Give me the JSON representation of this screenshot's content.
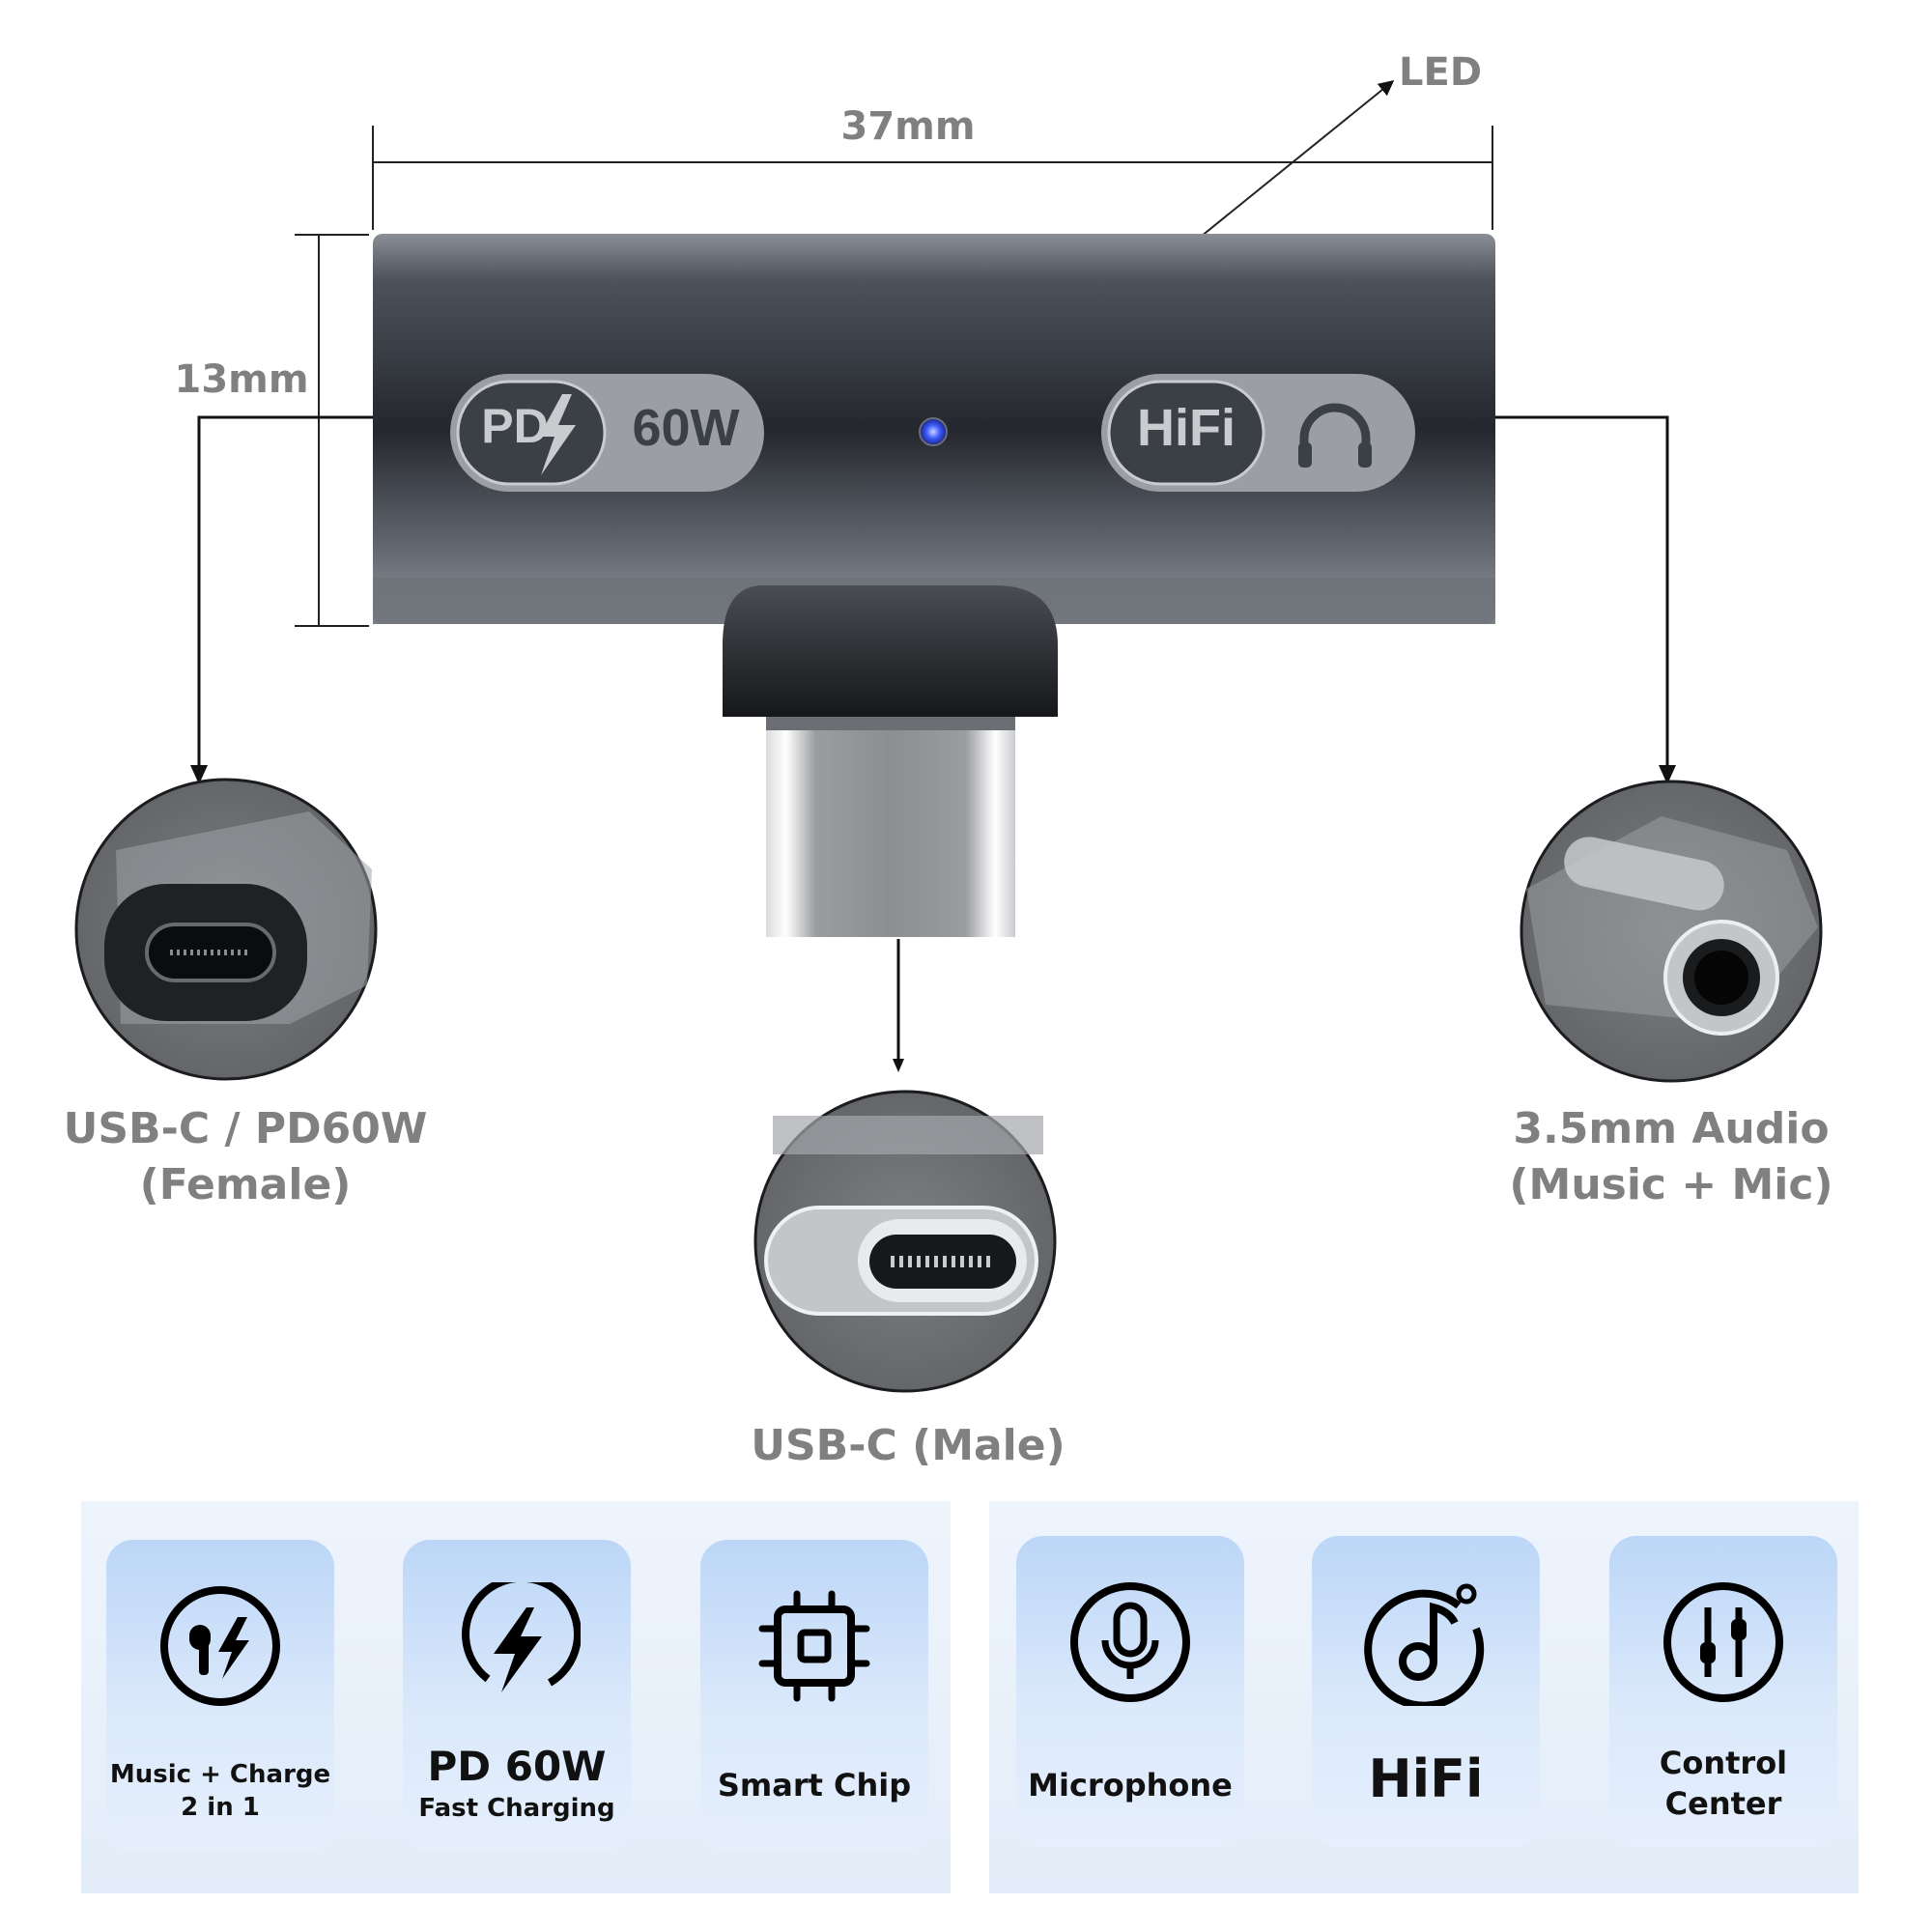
{
  "dimensions": {
    "width": "37mm",
    "height": "13mm"
  },
  "led_label": "LED",
  "badges": {
    "pd_prefix": "PD",
    "pd_watt": "60W",
    "hifi": "HiFi",
    "pd_icon": "lightning-bolt-icon",
    "hifi_icon": "headphones-icon"
  },
  "callouts": {
    "female": {
      "line1": "USB-C / PD60W",
      "line2": "(Female)"
    },
    "male": {
      "line1": "USB-C (Male)"
    },
    "audio": {
      "line1": "3.5mm Audio",
      "line2": "(Music + Mic)"
    }
  },
  "features": [
    {
      "icon": "earbud-charge-icon",
      "line1": "Music + Charge",
      "line2": "2 in 1"
    },
    {
      "icon": "lightning-icon",
      "line1": "PD 60W",
      "line2": "Fast Charging"
    },
    {
      "icon": "chip-icon",
      "line1": "Smart Chip"
    },
    {
      "icon": "microphone-icon",
      "line1": "Microphone"
    },
    {
      "icon": "music-note-icon",
      "line1": "HiFi"
    },
    {
      "icon": "control-center-icon",
      "line1": "Control",
      "line2": "Center"
    }
  ],
  "colors": {
    "body": "#3a3f48",
    "label": "#808080",
    "panel": "#e6effb",
    "card": "#c9ddf8",
    "led": "#3d5bff"
  }
}
